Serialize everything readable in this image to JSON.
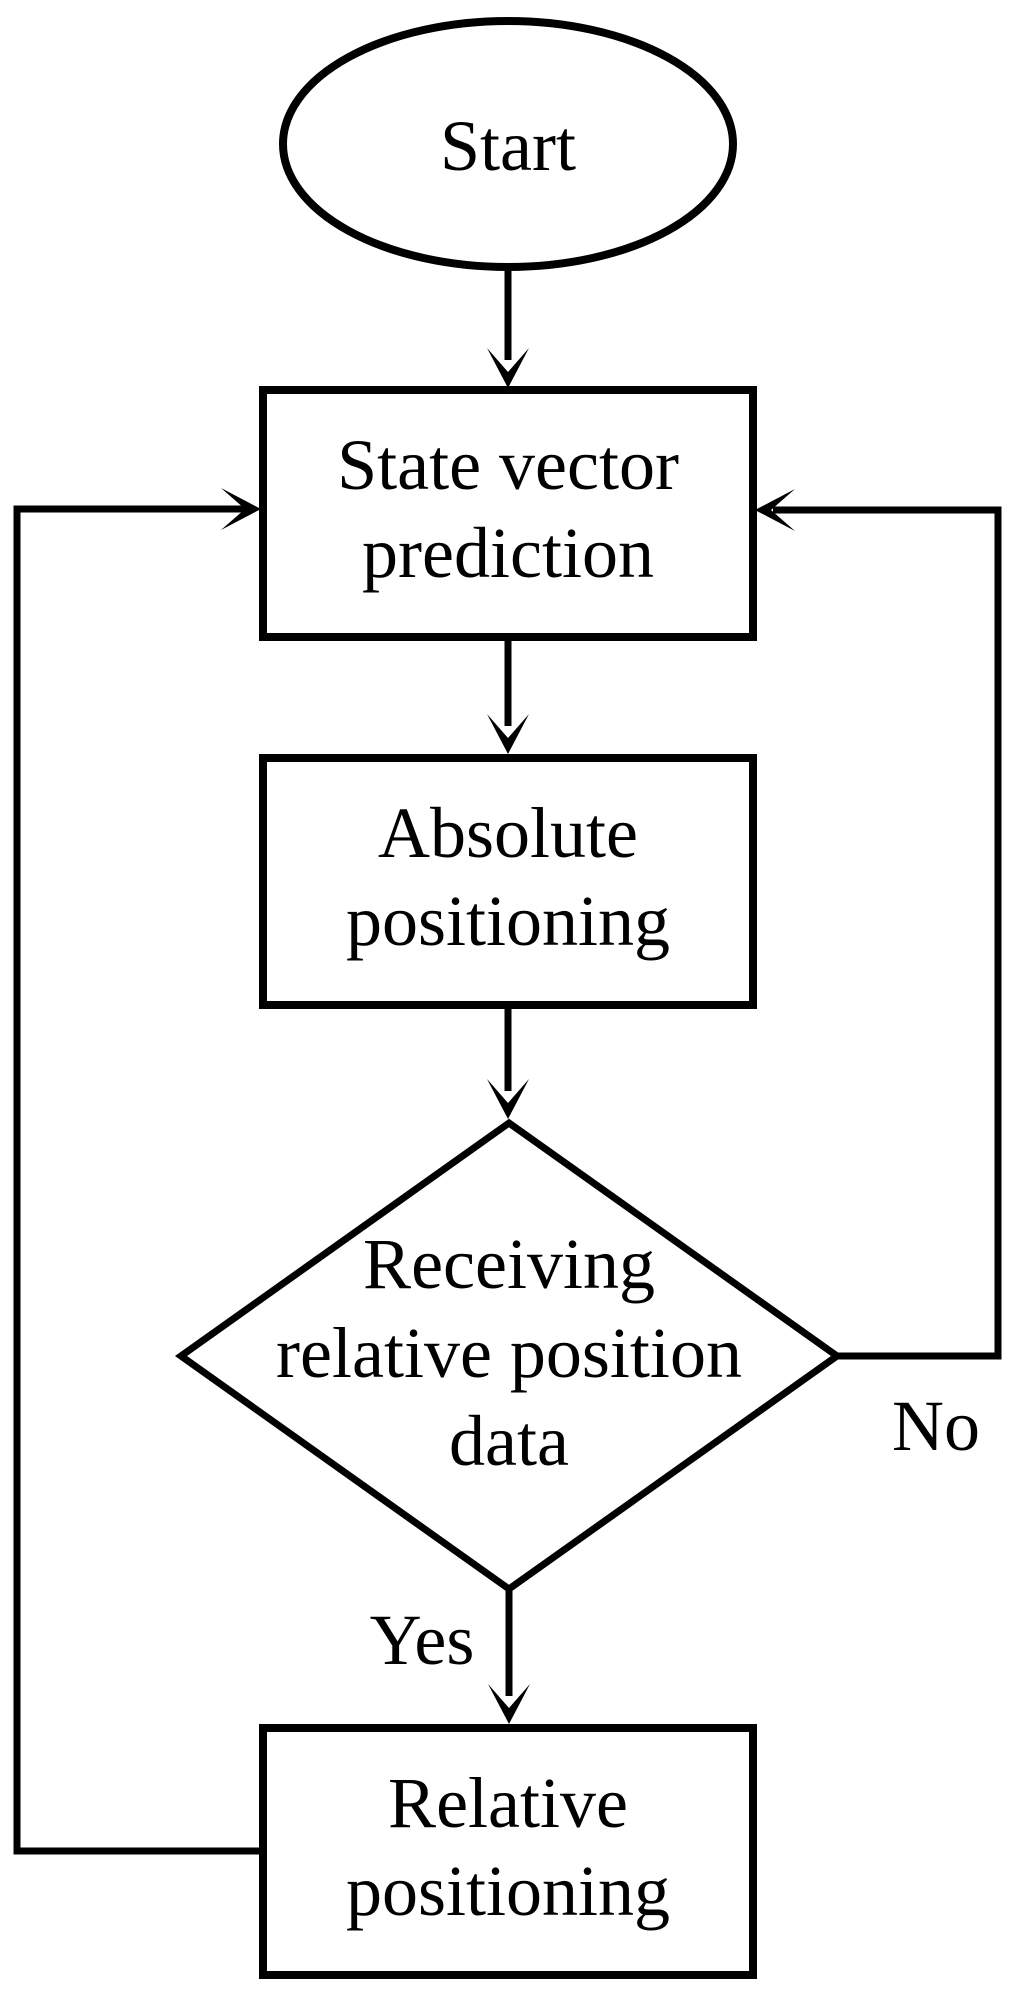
{
  "flowchart": {
    "colors": {
      "background": "#ffffff",
      "stroke": "#000000",
      "text": "#000000"
    },
    "nodes": {
      "start": {
        "type": "terminator",
        "lines": [
          "Start"
        ]
      },
      "state_vector_prediction": {
        "type": "process",
        "lines": [
          "State vector",
          "prediction"
        ]
      },
      "absolute_positioning": {
        "type": "process",
        "lines": [
          "Absolute",
          "positioning"
        ]
      },
      "receiving_relative_position_data": {
        "type": "decision",
        "lines": [
          "Receiving",
          "relative position",
          "data"
        ]
      },
      "relative_positioning": {
        "type": "process",
        "lines": [
          "Relative",
          "positioning"
        ]
      }
    },
    "edges": {
      "yes_label": "Yes",
      "no_label": "No"
    }
  }
}
